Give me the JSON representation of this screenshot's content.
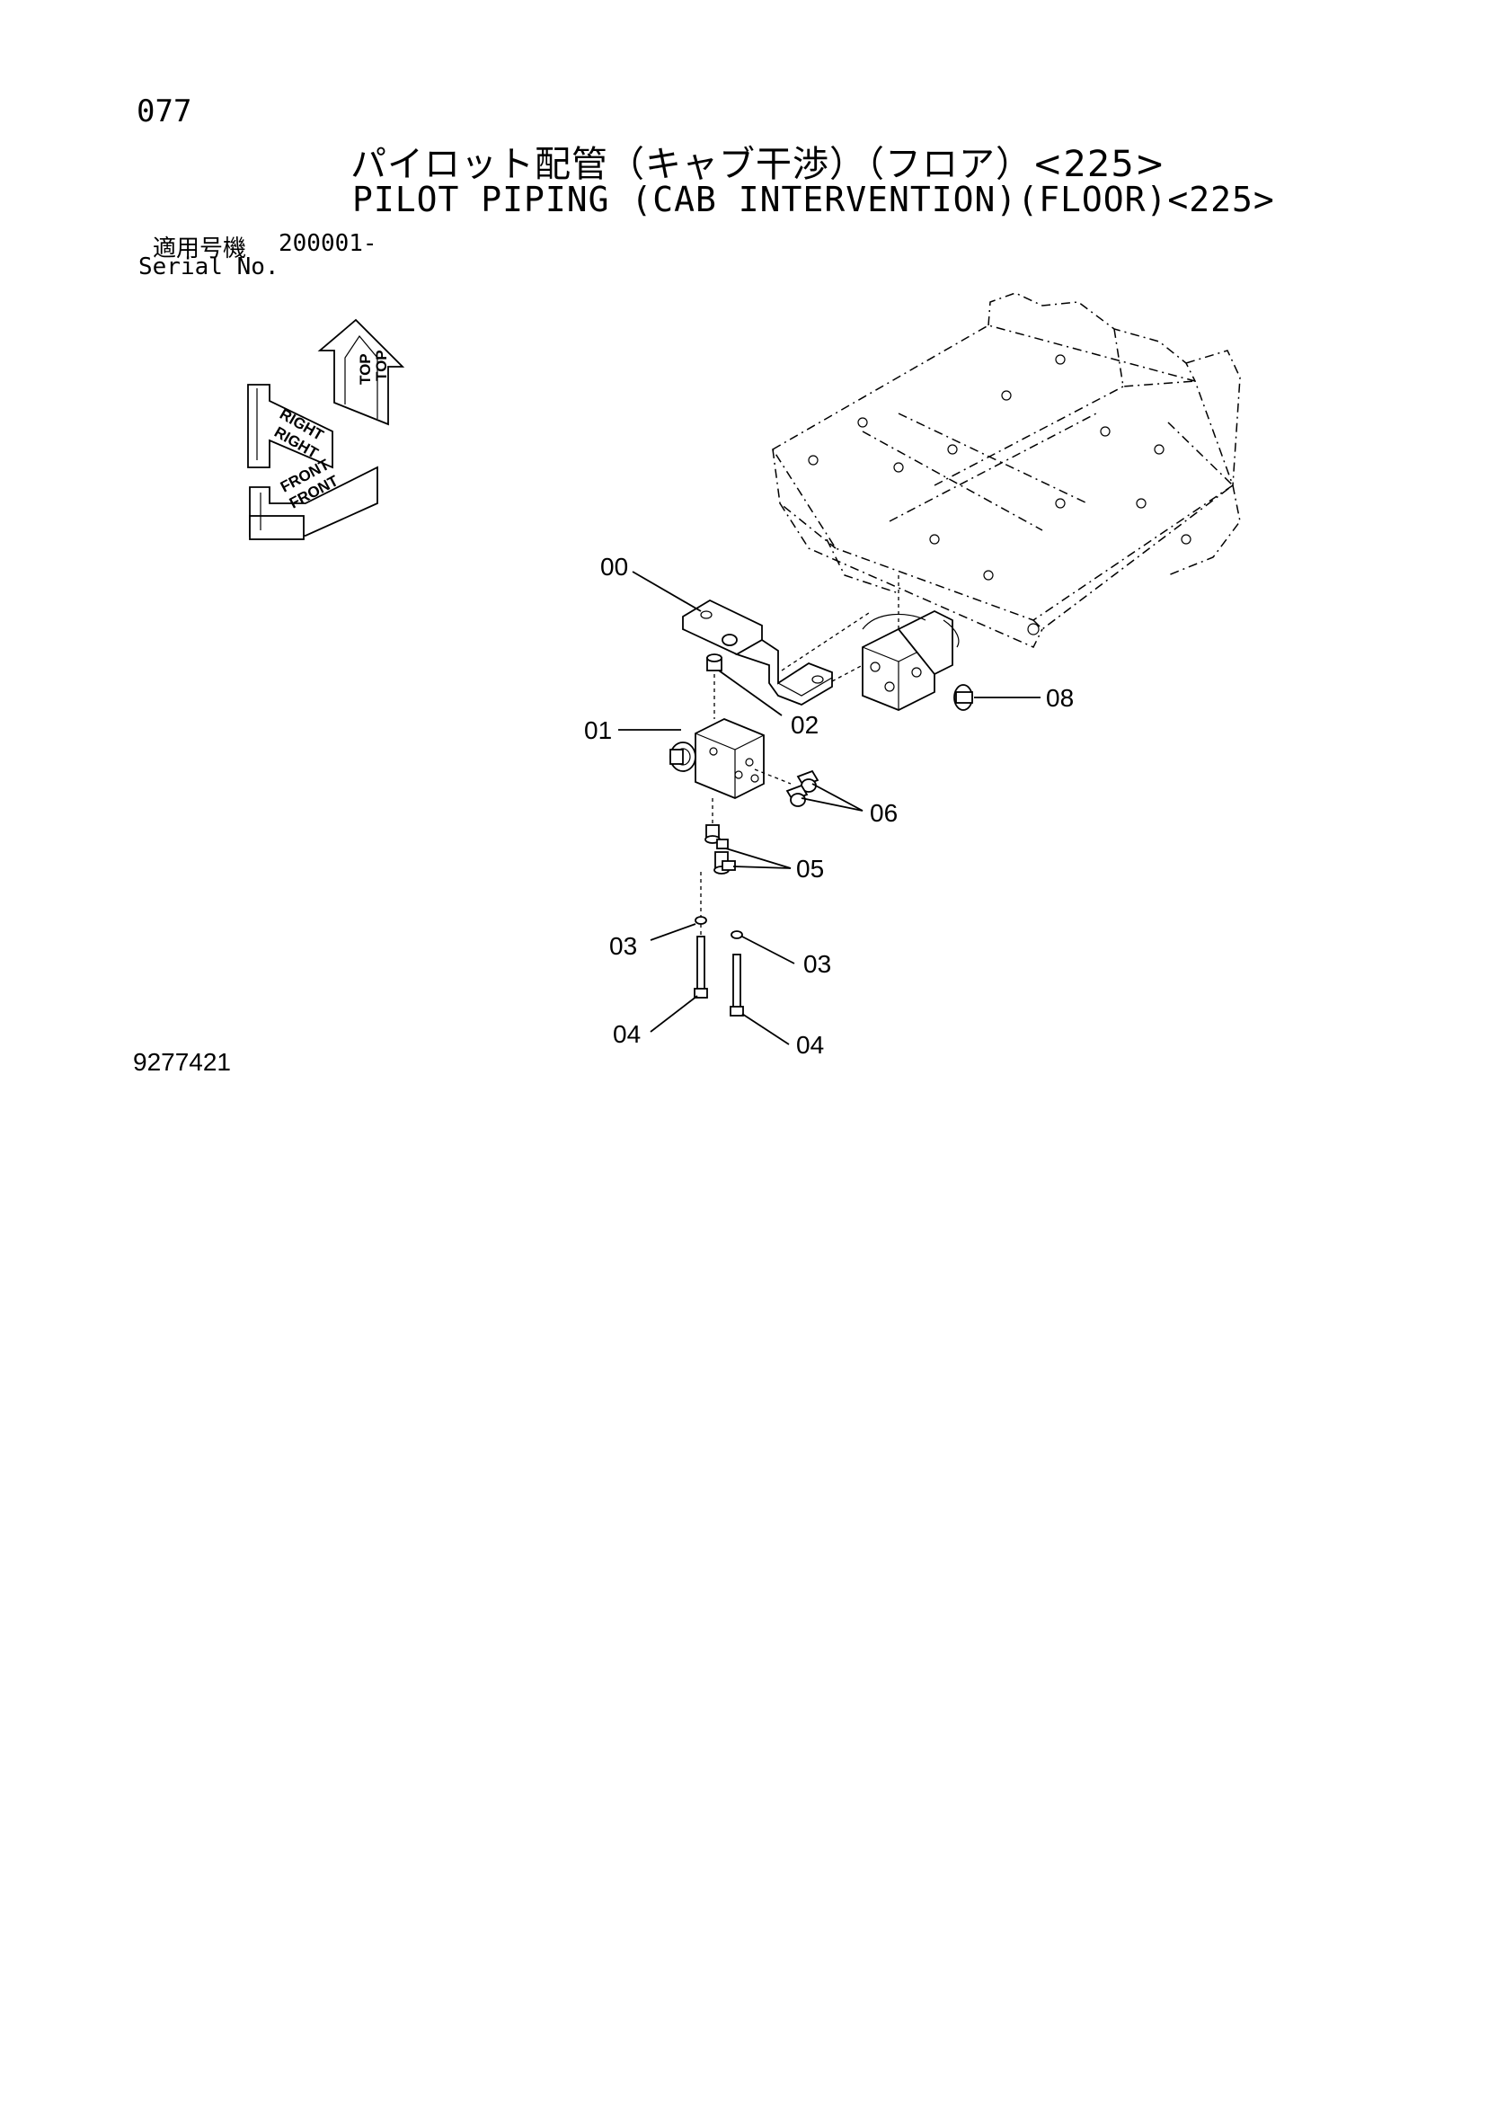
{
  "header": {
    "page_number": "077",
    "title_jp": "パイロット配管（キャブ干渉）（フロア）<225>",
    "title_en": "PILOT PIPING (CAB INTERVENTION)(FLOOR)<225>",
    "serial_label_jp": "適用号機",
    "serial_range": "200001-",
    "serial_label_en": "Serial No."
  },
  "orientation": {
    "top": "TOP",
    "right": "RIGHT",
    "front": "FRONT"
  },
  "callouts": [
    {
      "id": "00",
      "label": "00"
    },
    {
      "id": "01",
      "label": "01"
    },
    {
      "id": "02",
      "label": "02"
    },
    {
      "id": "03a",
      "label": "03"
    },
    {
      "id": "03b",
      "label": "03"
    },
    {
      "id": "04a",
      "label": "04"
    },
    {
      "id": "04b",
      "label": "04"
    },
    {
      "id": "05",
      "label": "05"
    },
    {
      "id": "06",
      "label": "06"
    },
    {
      "id": "08",
      "label": "08"
    }
  ],
  "footer": {
    "drawing_number": "9277421"
  }
}
